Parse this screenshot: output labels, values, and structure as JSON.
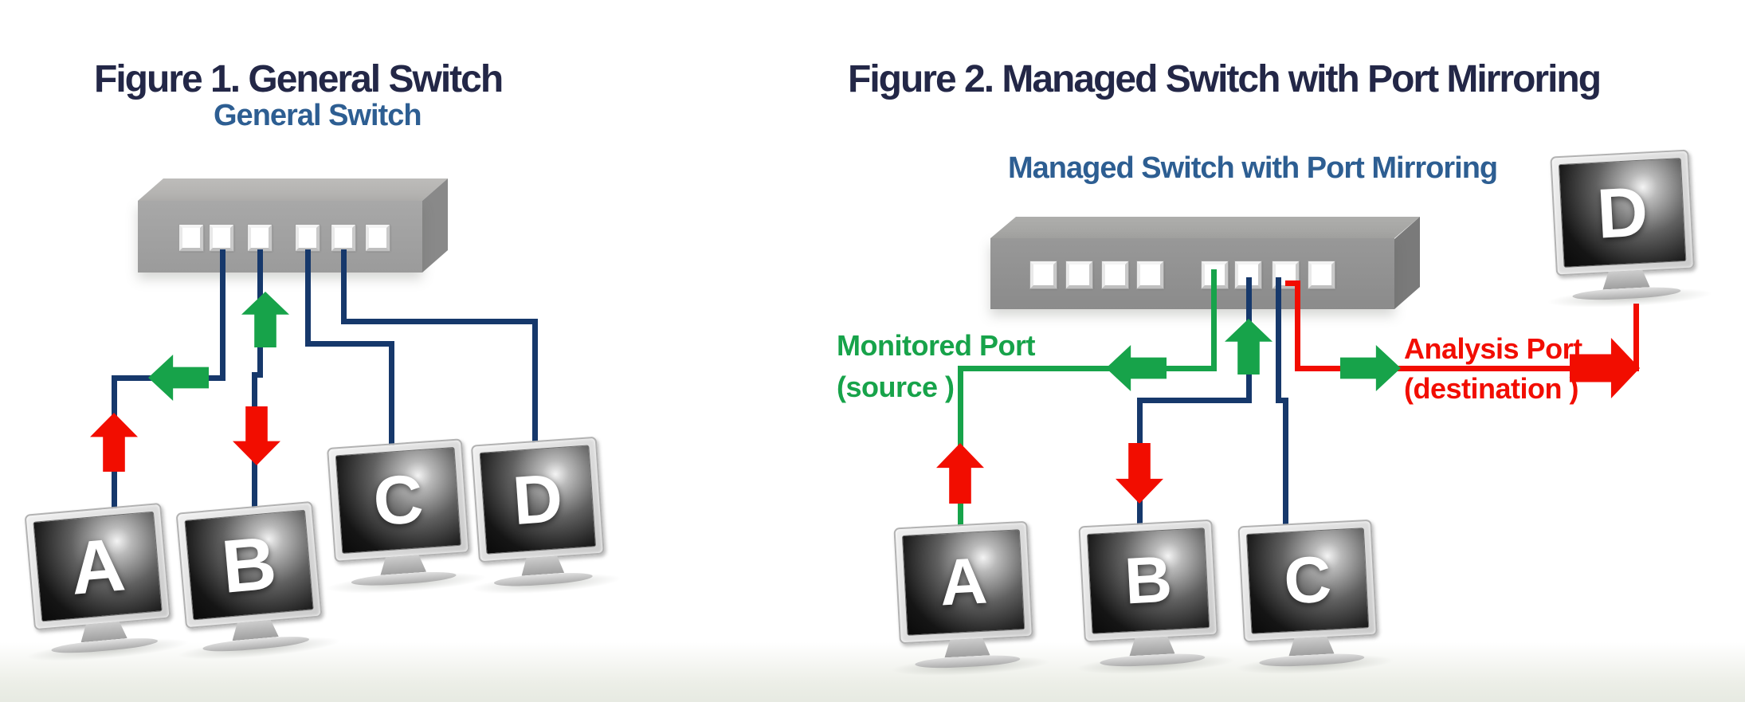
{
  "figure1": {
    "title": "Figure 1. General Switch",
    "switch_label": "General Switch",
    "port_count": 6,
    "computers": {
      "a": "A",
      "b": "B",
      "c": "C",
      "d": "D"
    }
  },
  "figure2": {
    "title": "Figure 2. Managed Switch with Port Mirroring",
    "switch_label": "Managed Switch with Port Mirroring",
    "port_count": 8,
    "monitored_port": {
      "line1": "Monitored Port",
      "line2": "(source )"
    },
    "analysis_port": {
      "line1": "Analysis Port",
      "line2": "(destination )"
    },
    "computers": {
      "a": "A",
      "b": "B",
      "c": "C",
      "d": "D"
    }
  },
  "colors": {
    "title_navy": "#232747",
    "label_blue": "#2d5e92",
    "cable_navy": "#16386b",
    "flow_green": "#17a34a",
    "flow_red": "#f20d00"
  }
}
